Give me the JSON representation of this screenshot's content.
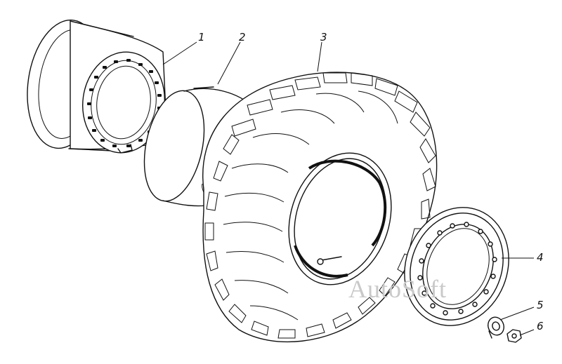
{
  "callouts": [
    {
      "id": "rim",
      "label": "1"
    },
    {
      "id": "flap",
      "label": "2"
    },
    {
      "id": "tire",
      "label": "3"
    },
    {
      "id": "flange",
      "label": "4"
    },
    {
      "id": "washer",
      "label": "5"
    },
    {
      "id": "nut",
      "label": "6"
    }
  ],
  "watermark": "AutoSoft"
}
